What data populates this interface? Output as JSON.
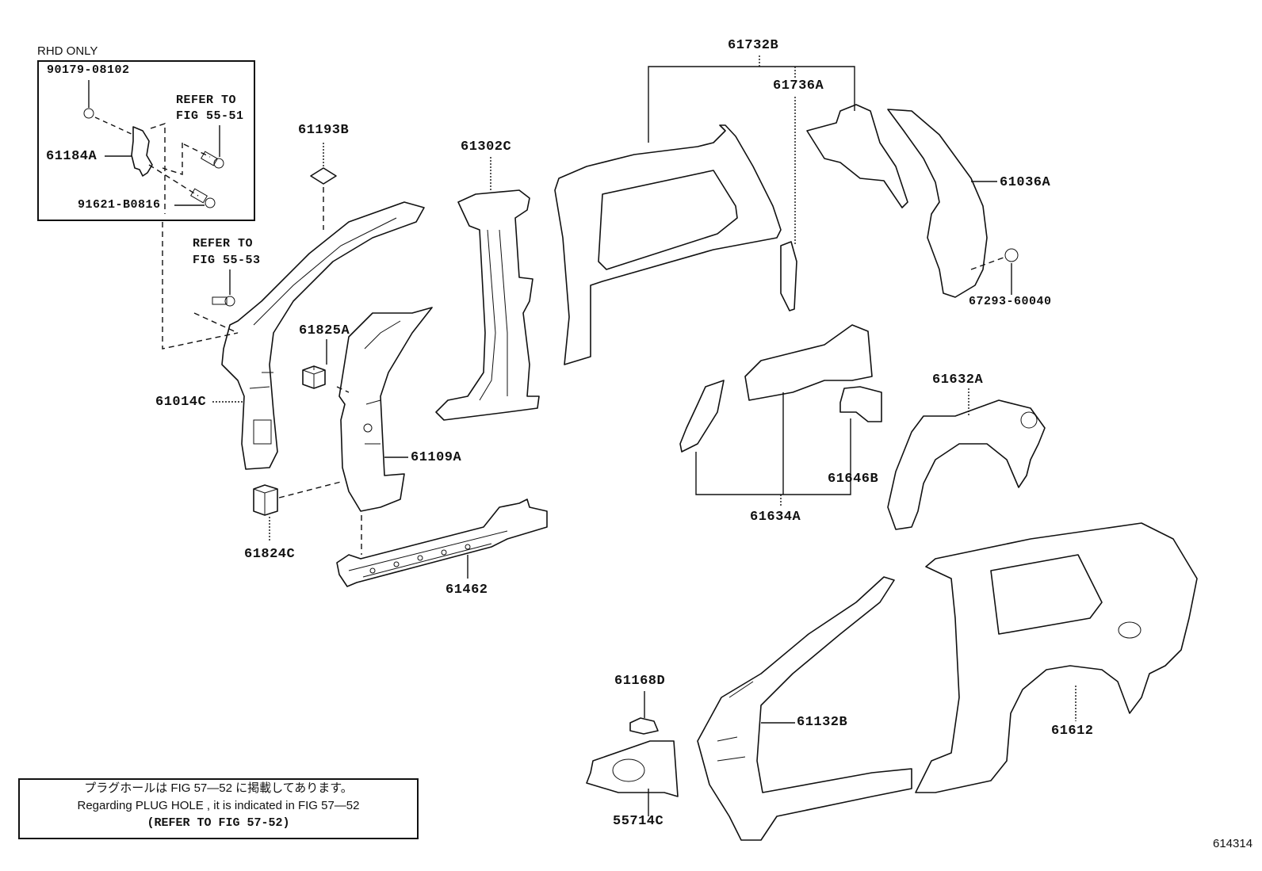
{
  "diagram": {
    "title": "Side member / body panel parts diagram",
    "figure_id": "614314",
    "inset": {
      "caption": "RHD ONLY",
      "parts": [
        "90179-08102",
        "61184A",
        "91621-B0816"
      ],
      "refer": [
        "REFER TO",
        "FIG 55-51"
      ]
    },
    "refer_fig_55_53": [
      "REFER TO",
      "FIG 55-53"
    ],
    "part_labels": {
      "p61193B": "61193B",
      "p61302C": "61302C",
      "p61732B": "61732B",
      "p61736A": "61736A",
      "p61036A": "61036A",
      "p67293": "67293-60040",
      "p61825A": "61825A",
      "p61014C": "61014C",
      "p61109A": "61109A",
      "p61824C": "61824C",
      "p61462": "61462",
      "p61634A": "61634A",
      "p61646B": "61646B",
      "p61632A": "61632A",
      "p61168D": "61168D",
      "p55714C": "55714C",
      "p61132B": "61132B",
      "p61612": "61612"
    },
    "note": {
      "line_jp": "プラグホールは FIG  57―52 に掲載してあります。",
      "line_en": "Regarding  PLUG  HOLE , it is indicated in FIG  57―52",
      "line_ref": "(REFER TO FIG 57-52)"
    }
  }
}
